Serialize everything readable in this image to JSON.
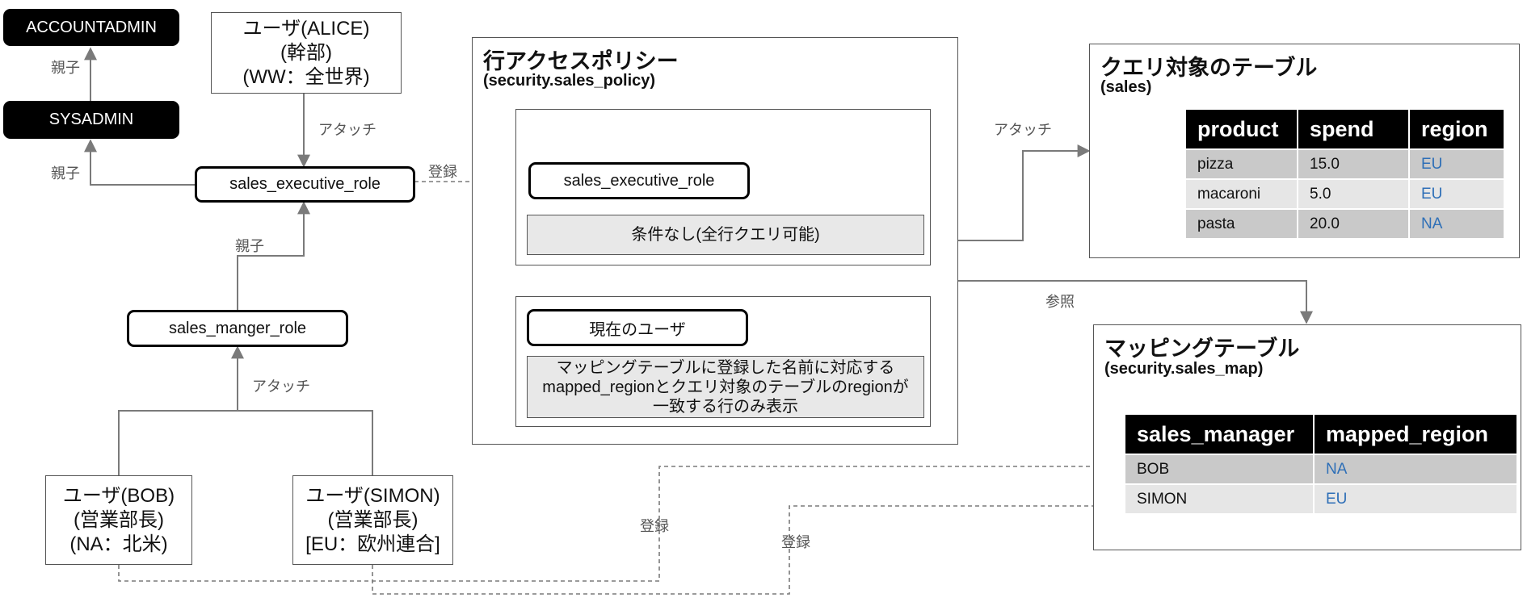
{
  "roles": {
    "accountadmin": "ACCOUNTADMIN",
    "sysadmin": "SYSADMIN",
    "sales_executive": "sales_executive_role",
    "sales_manager": "sales_manger_role"
  },
  "users": {
    "alice": [
      "ユーザ(ALICE)",
      "(幹部)",
      "(WW：全世界)"
    ],
    "bob": [
      "ユーザ(BOB)",
      "(営業部長)",
      "(NA：北米)"
    ],
    "simon": [
      "ユーザ(SIMON)",
      "(営業部長)",
      "[EU：欧州連合]"
    ]
  },
  "labels": {
    "parent": "親子",
    "attach": "アタッチ",
    "register": "登録",
    "reference": "参照"
  },
  "policy": {
    "title": "行アクセスポリシー",
    "subtitle": "(security.sales_policy)",
    "exec_role": "sales_executive_role",
    "no_condition": "条件なし(全行クエリ可能)",
    "current_user": "現在のユーザ",
    "mapping_rule": [
      "マッピングテーブルに登録した名前に対応する",
      "mapped_regionとクエリ対象のテーブルのregionが",
      "一致する行のみ表示"
    ]
  },
  "sales_table": {
    "title": "クエリ対象のテーブル",
    "subtitle": "(sales)",
    "columns": [
      "product",
      "spend",
      "region"
    ],
    "rows": [
      [
        "pizza",
        "15.0",
        "EU"
      ],
      [
        "macaroni",
        "5.0",
        "EU"
      ],
      [
        "pasta",
        "20.0",
        "NA"
      ]
    ]
  },
  "map_table": {
    "title": "マッピングテーブル",
    "subtitle": "(security.sales_map)",
    "columns": [
      "sales_manager",
      "mapped_region"
    ],
    "rows": [
      [
        "BOB",
        "NA"
      ],
      [
        "SIMON",
        "EU"
      ]
    ]
  },
  "colors": {
    "connector": "#7a7a7a",
    "role_fill": "#000000",
    "link_text": "#2e6fb7",
    "row_dark": "#c9c9c9",
    "row_light": "#e6e6e6"
  }
}
